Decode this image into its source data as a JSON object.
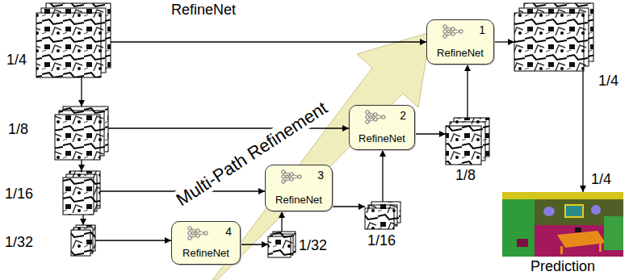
{
  "diagram": {
    "title": "RefineNet",
    "nodes": [
      {
        "text": [
          "1/4"
        ]
      },
      {
        "text": [
          "1/8"
        ]
      },
      {
        "text": [
          "1/16"
        ]
      },
      {
        "text": [
          "1/32"
        ]
      },
      {
        "text": [
          "4",
          "RefineNet"
        ]
      },
      {
        "text": [
          "1/32"
        ]
      },
      {
        "text": [
          "3",
          "RefineNet"
        ]
      },
      {
        "text": [
          "1/16"
        ]
      },
      {
        "text": [
          "2",
          "RefineNet"
        ]
      },
      {
        "text": [
          "1/8"
        ]
      },
      {
        "text": [
          "1",
          "RefineNet"
        ]
      },
      {
        "text": [
          "1/4"
        ]
      },
      {
        "text": [
          "Prediction"
        ]
      }
    ],
    "edges": [
      {
        "from": 0,
        "to": 1,
        "arrow": "to"
      },
      {
        "from": 1,
        "to": 2,
        "arrow": "to"
      },
      {
        "from": 2,
        "to": 3,
        "arrow": "to"
      },
      {
        "from": 0,
        "to": 10,
        "arrow": "to"
      },
      {
        "from": 1,
        "to": 8,
        "arrow": "to"
      },
      {
        "from": 2,
        "to": 6,
        "arrow": "to"
      },
      {
        "from": 3,
        "to": 4,
        "arrow": "to"
      },
      {
        "from": 4,
        "to": 5,
        "arrow": "to"
      },
      {
        "from": 5,
        "to": 6,
        "arrow": "to"
      },
      {
        "from": 6,
        "to": 7,
        "arrow": "to"
      },
      {
        "from": 7,
        "to": 8,
        "arrow": "to"
      },
      {
        "from": 8,
        "to": 9,
        "arrow": "to"
      },
      {
        "from": 9,
        "to": 10,
        "arrow": "to"
      },
      {
        "from": 10,
        "to": 11,
        "arrow": "to"
      },
      {
        "from": 11,
        "to": 12,
        "arrow": "to"
      }
    ],
    "labels": [
      "Multi-Path Refinement",
      "1/4"
    ]
  }
}
